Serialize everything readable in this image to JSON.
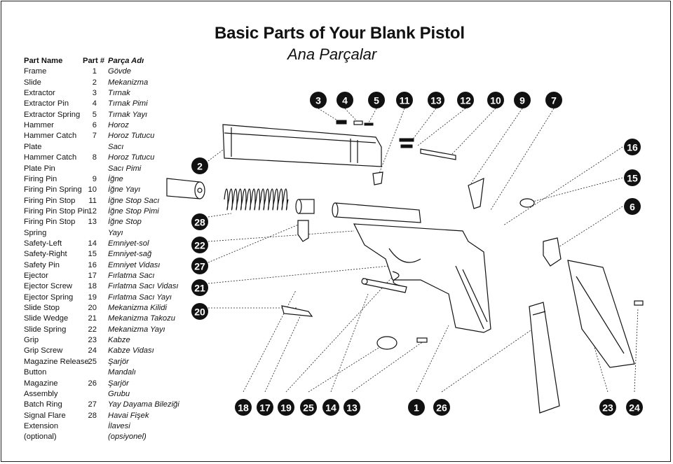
{
  "title": "Basic Parts of Your Blank Pistol",
  "subtitle": "Ana Parçalar",
  "table": {
    "headers": {
      "name": "Part Name",
      "num": "Part #",
      "tr": "Parça Adı"
    },
    "rows": [
      {
        "name": "Frame",
        "num": "1",
        "tr": "Gövde"
      },
      {
        "name": "Slide",
        "num": "2",
        "tr": "Mekanizma"
      },
      {
        "name": "Extractor",
        "num": "3",
        "tr": "Tırnak"
      },
      {
        "name": "Extractor Pin",
        "num": "4",
        "tr": "Tırnak Pimi"
      },
      {
        "name": "Extractor Spring",
        "num": "5",
        "tr": "Tırnak Yayı"
      },
      {
        "name": "Hammer",
        "num": "6",
        "tr": "Horoz"
      },
      {
        "name": "Hammer Catch",
        "num": "7",
        "tr": "Horoz Tutucu"
      },
      {
        "name": "Plate",
        "num": "",
        "tr": "Sacı"
      },
      {
        "name": "Hammer Catch",
        "num": "8",
        "tr": "Horoz Tutucu"
      },
      {
        "name": "Plate Pin",
        "num": "",
        "tr": "Sacı Pimi"
      },
      {
        "name": "Firing Pin",
        "num": "9",
        "tr": "İğne"
      },
      {
        "name": "Firing Pin Spring",
        "num": "10",
        "tr": "İğne Yayı"
      },
      {
        "name": "Firing Pin Stop",
        "num": "11",
        "tr": "İğne Stop Sacı"
      },
      {
        "name": "Firing Pin Stop Pin",
        "num": "12",
        "tr": "İğne Stop Pimi"
      },
      {
        "name": "Firing Pin Stop",
        "num": "13",
        "tr": "İğne Stop"
      },
      {
        "name": "Spring",
        "num": "",
        "tr": "Yayı"
      },
      {
        "name": "Safety-Left",
        "num": "14",
        "tr": "Emniyet-sol"
      },
      {
        "name": "Safety-Right",
        "num": "15",
        "tr": "Emniyet-sağ"
      },
      {
        "name": "Safety Pin",
        "num": "16",
        "tr": "Emniyet Vidası"
      },
      {
        "name": "Ejector",
        "num": "17",
        "tr": "Fırlatma Sacı"
      },
      {
        "name": "Ejector Screw",
        "num": "18",
        "tr": "Fırlatma Sacı Vidası"
      },
      {
        "name": "Ejector Spring",
        "num": "19",
        "tr": "Fırlatma Sacı Yayı"
      },
      {
        "name": "Slide Stop",
        "num": "20",
        "tr": "Mekanizma Kilidi"
      },
      {
        "name": "Slide Wedge",
        "num": "21",
        "tr": "Mekanizma Takozu"
      },
      {
        "name": "Slide Spring",
        "num": "22",
        "tr": "Mekanizma Yayı"
      },
      {
        "name": "Grip",
        "num": "23",
        "tr": "Kabze"
      },
      {
        "name": "Grip Screw",
        "num": "24",
        "tr": "Kabze Vidası"
      },
      {
        "name": "Magazine Release",
        "num": "25",
        "tr": "Şarjör"
      },
      {
        "name": "Button",
        "num": "",
        "tr": "Mandalı"
      },
      {
        "name": "Magazine",
        "num": "26",
        "tr": "Şarjör"
      },
      {
        "name": "Assembly",
        "num": "",
        "tr": "Grubu"
      },
      {
        "name": "Batch Ring",
        "num": "27",
        "tr": "Yay Dayama Bileziği"
      },
      {
        "name": "Signal Flare",
        "num": "28",
        "tr": "Havai Fişek"
      },
      {
        "name": "Extension",
        "num": "",
        "tr": "İlavesi"
      },
      {
        "name": "(optional)",
        "num": "",
        "tr": "(opsiyonel)"
      }
    ]
  },
  "callouts": {
    "top": [
      "3",
      "4",
      "5",
      "11",
      "13",
      "12",
      "10",
      "9",
      "7"
    ],
    "right": [
      "16",
      "15",
      "6"
    ],
    "left": [
      "2",
      "28",
      "22",
      "27",
      "21",
      "20"
    ],
    "bottom": [
      "18",
      "17",
      "19",
      "25",
      "14",
      "13",
      "1",
      "26",
      "23",
      "24"
    ]
  }
}
